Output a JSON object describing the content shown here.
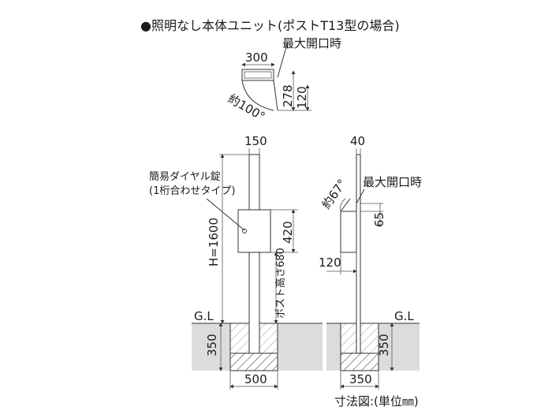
{
  "title": "●照明なし本体ユニット(ポストT13型の場合)",
  "top_view": {
    "max_open_label": "最大開口時",
    "width": "300",
    "depth": "278",
    "open_depth": "120",
    "angle": "約100°"
  },
  "front_view": {
    "post_width": "150",
    "lock_label_1": "簡易ダイヤル錠",
    "lock_label_2": "(1桁合わせタイプ)",
    "height": "H=1600",
    "box_height": "420",
    "post_height_label": "ポスト高さ680",
    "ground_label": "G.L",
    "foundation_depth": "350",
    "foundation_width": "500"
  },
  "side_view": {
    "post_width": "40",
    "max_open_label": "最大開口時",
    "angle": "約67°",
    "open_gap": "65",
    "box_depth": "120",
    "ground_label": "G.L",
    "foundation_depth": "350",
    "foundation_width": "350"
  },
  "unit_note": "寸法図:(単位㎜)"
}
